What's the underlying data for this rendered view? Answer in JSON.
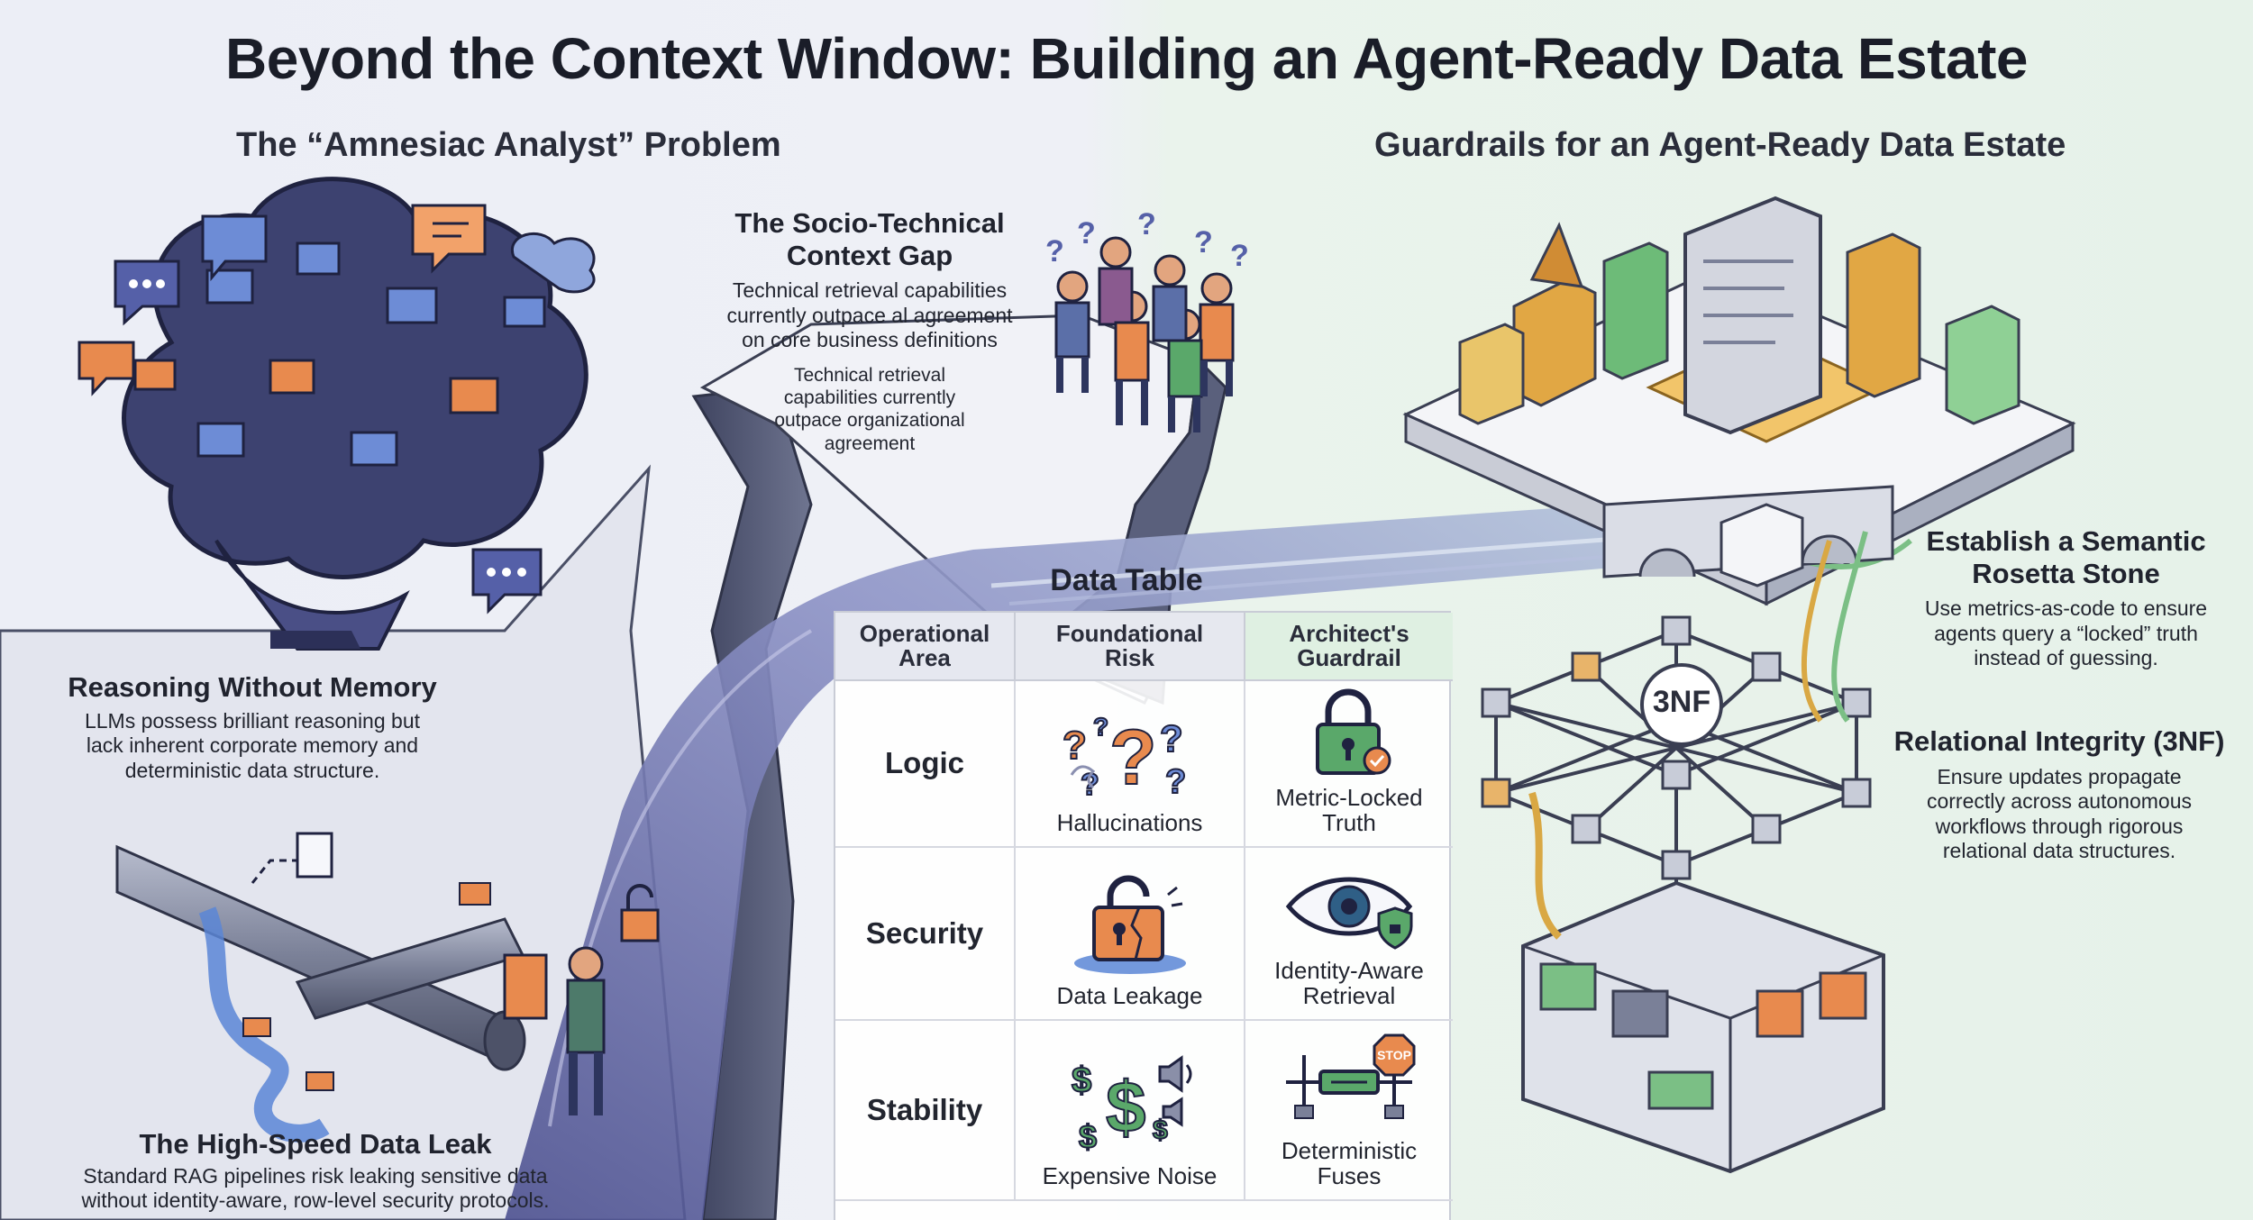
{
  "title": "Beyond the Context Window: Building an Agent-Ready Data Estate",
  "left_heading": "The “Amnesiac Analyst” Problem",
  "right_heading": "Guardrails for an Agent-Ready Data Estate",
  "gap": {
    "title_line1": "The Socio-Technical",
    "title_line2": "Context Gap",
    "text1_line1": "Technical retrieval capabilities",
    "text1_line2": "currently outpace al agreement",
    "text1_line3": "on core business definitions",
    "text2_line1": "Technical retrieval",
    "text2_line2": "capabilities currently",
    "text2_line3": "outpace organizational",
    "text2_line4": "agreement"
  },
  "reasoning": {
    "title": "Reasoning Without Memory",
    "line1": "LLMs possess brilliant reasoning but",
    "line2": "lack inherent corporate memory and",
    "line3": "deterministic data structure."
  },
  "leak": {
    "title": "The High-Speed Data Leak",
    "line1": "Standard RAG pipelines risk leaking sensitive data",
    "line2": "without identity-aware, row-level security protocols."
  },
  "rosetta": {
    "title_line1": "Establish a Semantic",
    "title_line2": "Rosetta Stone",
    "line1": "Use metrics-as-code to ensure",
    "line2": "agents query a “locked” truth",
    "line3": "instead of guessing."
  },
  "integrity": {
    "title": "Relational Integrity (3NF)",
    "badge": "3NF",
    "line1": "Ensure updates propagate",
    "line2": "correctly across autonomous",
    "line3": "workflows through rigorous",
    "line4": "relational data structures."
  },
  "data_table": {
    "title": "Data Table",
    "headers": [
      {
        "line1": "Operational",
        "line2": "Area"
      },
      {
        "line1": "Foundational",
        "line2": "Risk"
      },
      {
        "line1": "Architect's",
        "line2": "Guardrail"
      }
    ],
    "rows": [
      {
        "area": "Logic",
        "risk": "Hallucinations",
        "guard_line1": "Metric-Locked",
        "guard_line2": "Truth",
        "risk_icon": "question-marks-icon",
        "guard_icon": "padlock-icon"
      },
      {
        "area": "Security",
        "risk": "Data Leakage",
        "guard_line1": "Identity-Aware",
        "guard_line2": "Retrieval",
        "risk_icon": "broken-padlock-icon",
        "guard_icon": "eye-shield-icon"
      },
      {
        "area": "Stability",
        "risk": "Expensive Noise",
        "guard_line1": "Deterministic",
        "guard_line2": "Fuses",
        "risk_icon": "dollar-noise-icon",
        "guard_icon": "fuse-circuit-icon"
      }
    ]
  },
  "stop_sign": "STOP",
  "colors": {
    "brain": "#3a3f6e",
    "accent_orange": "#e88a4e",
    "accent_green": "#5aa86a",
    "gold": "#d9a844",
    "stream": "#7c82b8"
  }
}
